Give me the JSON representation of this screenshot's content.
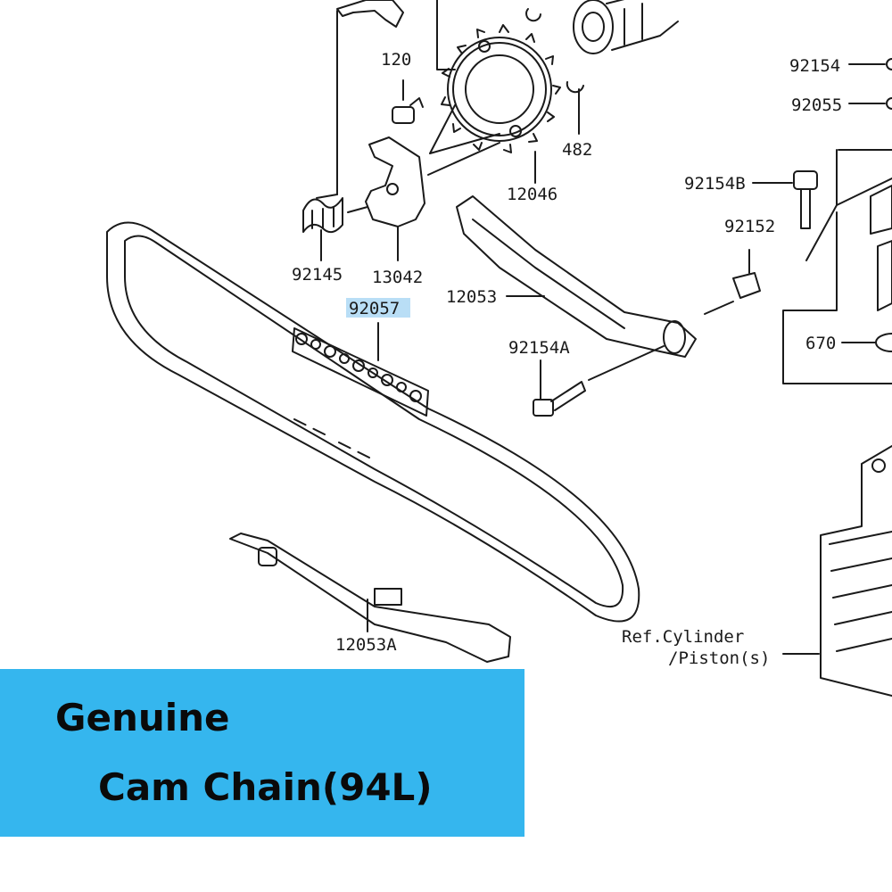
{
  "parts": {
    "p120": "120",
    "p482": "482",
    "p12046": "12046",
    "p92145": "92145",
    "p13042": "13042",
    "p92057": "92057",
    "p12053": "12053",
    "p92154A": "92154A",
    "p92154": "92154",
    "p92055": "92055",
    "p92154B": "92154B",
    "p92152": "92152",
    "p670": "670",
    "p12053A": "12053A"
  },
  "ref": {
    "line1": "Ref.Cylinder",
    "line2": "/Piston(s)"
  },
  "highlight_color": "#b9def6",
  "banner": {
    "line1": "Genuine",
    "line2": "Cam Chain(94L)",
    "color": "#35b6ee"
  }
}
